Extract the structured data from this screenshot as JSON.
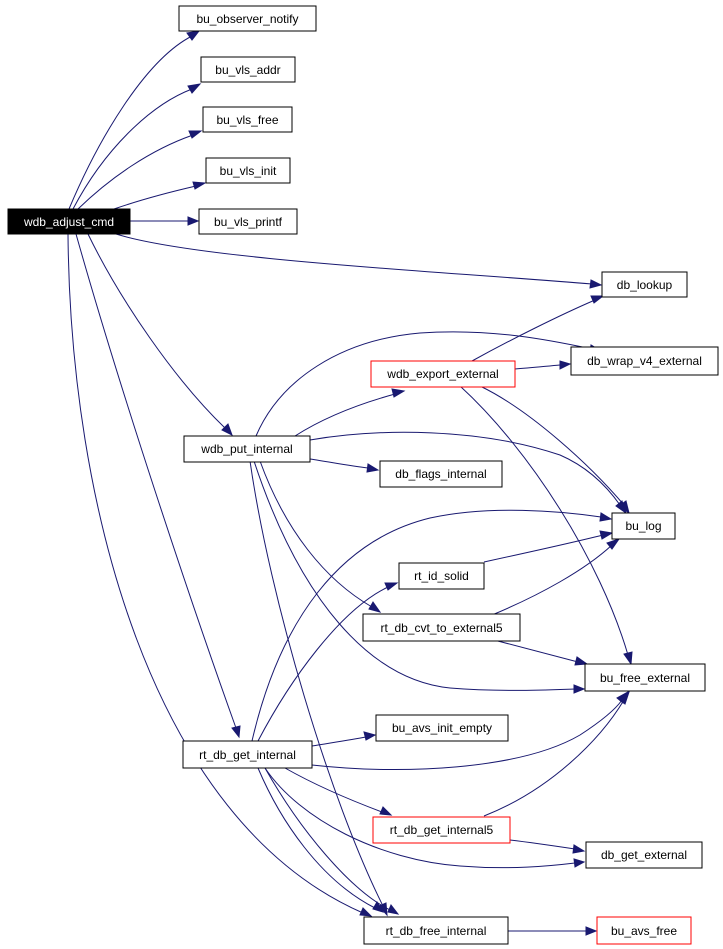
{
  "colors": {
    "edge": "#191970",
    "root_fill": "#000000",
    "root_text": "#ffffff",
    "node_border": "#000000",
    "truncated_border": "#ff0000"
  },
  "nodes": {
    "wdb_adjust_cmd": "wdb_adjust_cmd",
    "bu_observer_notify": "bu_observer_notify",
    "bu_vls_addr": "bu_vls_addr",
    "bu_vls_free": "bu_vls_free",
    "bu_vls_init": "bu_vls_init",
    "bu_vls_printf": "bu_vls_printf",
    "db_lookup": "db_lookup",
    "db_wrap_v4_external": "db_wrap_v4_external",
    "wdb_export_external": "wdb_export_external",
    "wdb_put_internal": "wdb_put_internal",
    "db_flags_internal": "db_flags_internal",
    "bu_log": "bu_log",
    "rt_id_solid": "rt_id_solid",
    "rt_db_cvt_to_external5": "rt_db_cvt_to_external5",
    "bu_free_external": "bu_free_external",
    "bu_avs_init_empty": "bu_avs_init_empty",
    "rt_db_get_internal": "rt_db_get_internal",
    "rt_db_get_internal5": "rt_db_get_internal5",
    "db_get_external": "db_get_external",
    "rt_db_free_internal": "rt_db_free_internal",
    "bu_avs_free": "bu_avs_free"
  }
}
